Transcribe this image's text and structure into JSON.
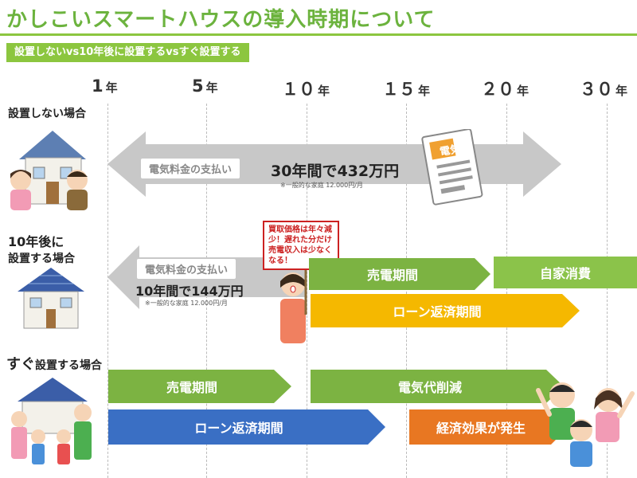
{
  "title": "かしこいスマートハウスの導入時期について",
  "subtitle": "設置しないvs10年後に設置するvsすぐ設置する",
  "years": [
    {
      "num": "1",
      "unit": "年"
    },
    {
      "num": "5",
      "unit": "年"
    },
    {
      "num": "１０",
      "unit": "年"
    },
    {
      "num": "１５",
      "unit": "年"
    },
    {
      "num": "２０",
      "unit": "年"
    },
    {
      "num": "３０",
      "unit": "年"
    }
  ],
  "rows": {
    "none": {
      "label": "設置しない場合",
      "payment_label": "電気料金の支払い",
      "amount": "30年間で432万円",
      "note": "※一般的な家庭 12.000円/月"
    },
    "later": {
      "label_line1": "10年後に",
      "label_line2": "設置する場合",
      "payment_label": "電気料金の支払い",
      "amount": "10年間で144万円",
      "note": "※一般的な家庭 12.000円/月",
      "sell_period": "売電期間",
      "self_consumption": "自家消費",
      "loan_period": "ローン返済期間",
      "speech": "買取価格は年々減少！遅れた分だけ売電収入は少なくなる！"
    },
    "now": {
      "label_big": "すぐ",
      "label_rest": "設置する場合",
      "sell_period": "売電期間",
      "bill_reduction": "電気代削減",
      "loan_period": "ローン返済期間",
      "economic_effect": "経済効果が発生"
    }
  },
  "bill_icon_text": "電気",
  "colors": {
    "title_green": "#6cb33e",
    "arrow_gray": "#c8c8c8",
    "green": "#7cb342",
    "light_green": "#8bc34a",
    "yellow": "#f5b800",
    "blue": "#3a6fc4",
    "orange": "#e87722",
    "speech_red": "#cc2222"
  }
}
